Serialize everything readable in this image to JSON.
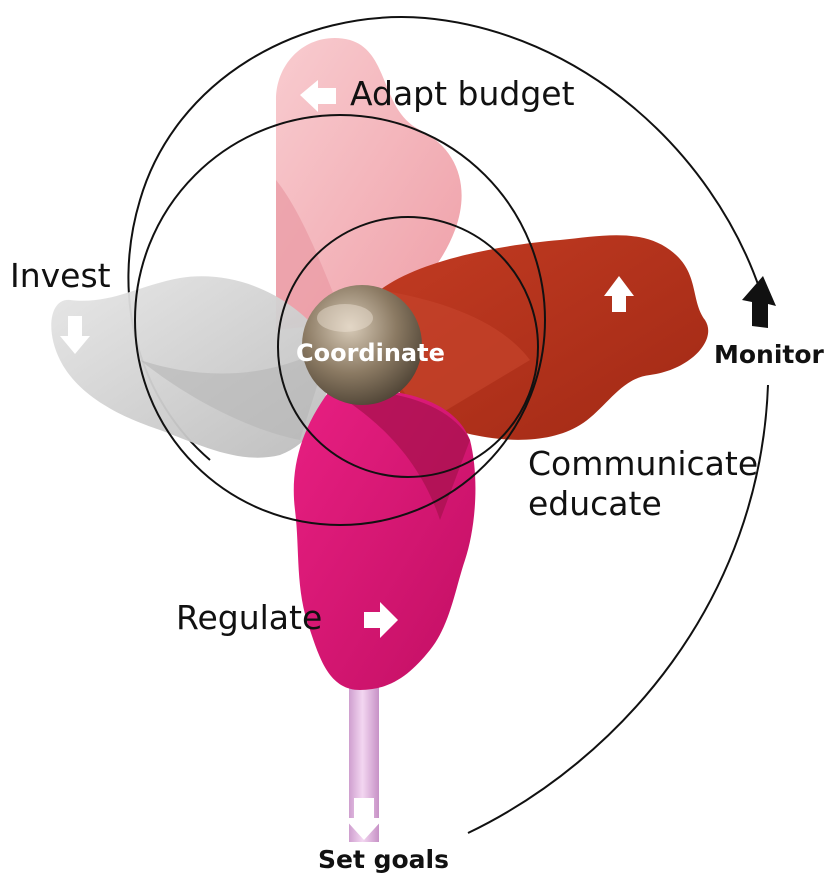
{
  "labels": {
    "adapt_budget": "Adapt budget",
    "invest": "Invest",
    "communicate_line1": "Communicate",
    "communicate_line2": "educate",
    "regulate": "Regulate",
    "monitor": "Monitor",
    "set_goals": "Set goals",
    "coordinate": "Coordinate"
  },
  "colors": {
    "adapt_blade": "#f4b6bc",
    "invest_blade": "#d6d6d6",
    "communicate_blade": "#b1321c",
    "regulate_blade": "#e01678",
    "stick": "#e7bde6",
    "hub": "#8c7a63",
    "circle_stroke": "#111111"
  },
  "icons": {
    "adapt_arrow": "arrow-left-icon",
    "invest_arrow": "arrow-down-icon",
    "communicate_arrow": "arrow-up-icon",
    "regulate_arrow": "arrow-right-icon",
    "stick_arrow": "arrow-down-icon",
    "monitor_arrow": "arrow-up-icon"
  }
}
